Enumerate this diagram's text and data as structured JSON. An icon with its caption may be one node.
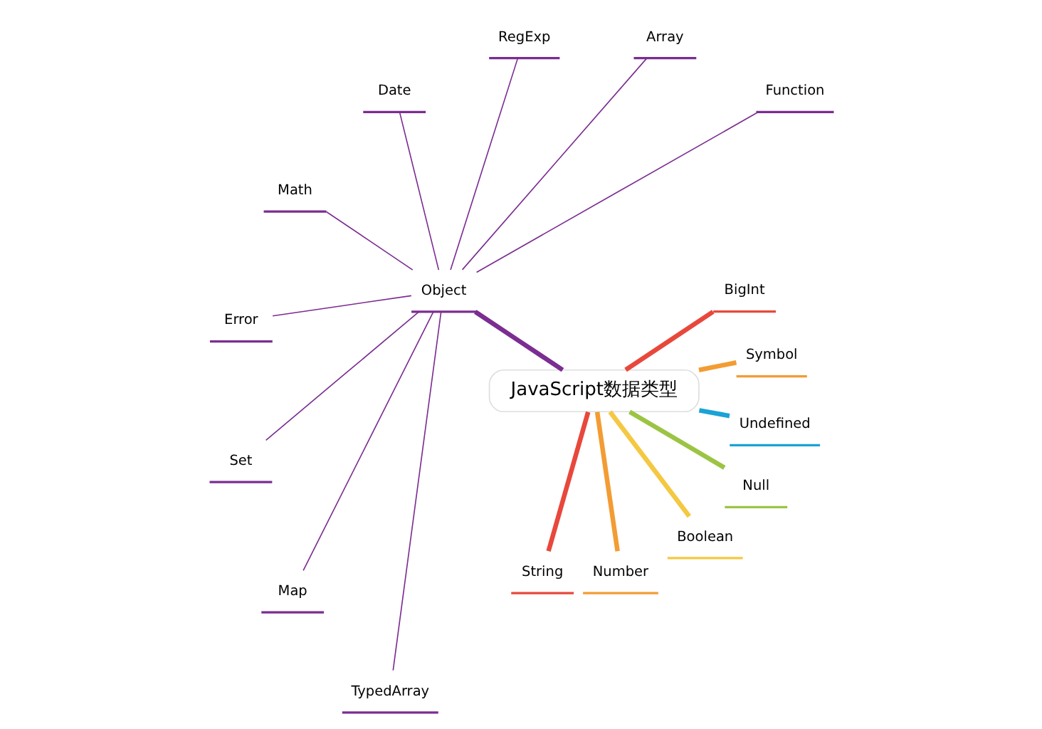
{
  "diagram": {
    "nodes": [
      {
        "text": [
          "JavaScript数据类型"
        ]
      },
      {
        "text": [
          "Symbol"
        ]
      },
      {
        "text": [
          "BigInt"
        ]
      },
      {
        "text": [
          "Object"
        ]
      },
      {
        "text": [
          "Function"
        ]
      },
      {
        "text": [
          "Array"
        ]
      },
      {
        "text": [
          "RegExp"
        ]
      },
      {
        "text": [
          "Date"
        ]
      },
      {
        "text": [
          "Math"
        ]
      },
      {
        "text": [
          "Error"
        ]
      },
      {
        "text": [
          "Set"
        ]
      },
      {
        "text": [
          "Map"
        ]
      },
      {
        "text": [
          "TypedArray"
        ]
      },
      {
        "text": [
          "String"
        ]
      },
      {
        "text": [
          "Number"
        ]
      },
      {
        "text": [
          "Boolean"
        ]
      },
      {
        "text": [
          "Null"
        ]
      },
      {
        "text": [
          "Undefined"
        ]
      }
    ],
    "edges": [
      {
        "from": 0,
        "to": 1,
        "arrow": "none",
        "style": "thick",
        "color": "#f39c33"
      },
      {
        "from": 0,
        "to": 2,
        "arrow": "none",
        "style": "thick",
        "color": "#e8483c"
      },
      {
        "from": 0,
        "to": 3,
        "arrow": "none",
        "style": "thick"
      },
      {
        "from": 3,
        "to": 4,
        "arrow": "none"
      },
      {
        "from": 3,
        "to": 5,
        "arrow": "none"
      },
      {
        "from": 3,
        "to": 6,
        "arrow": "none"
      },
      {
        "from": 3,
        "to": 7,
        "arrow": "none"
      },
      {
        "from": 3,
        "to": 8,
        "arrow": "none"
      },
      {
        "from": 3,
        "to": 9,
        "arrow": "none"
      },
      {
        "from": 3,
        "to": 10,
        "arrow": "none"
      },
      {
        "from": 3,
        "to": 11,
        "arrow": "none"
      },
      {
        "from": 3,
        "to": 12,
        "arrow": "none"
      },
      {
        "from": 0,
        "to": 13,
        "arrow": "none",
        "style": "thick",
        "color": "#e8483c"
      },
      {
        "from": 0,
        "to": 14,
        "arrow": "none",
        "style": "thick",
        "color": "#f39c33"
      },
      {
        "from": 0,
        "to": 15,
        "arrow": "none",
        "style": "thick",
        "color": "#f5c842"
      },
      {
        "from": 0,
        "to": 16,
        "arrow": "none",
        "style": "thick",
        "color": "#9cc444"
      },
      {
        "from": 0,
        "to": 17,
        "arrow": "none",
        "style": "thick",
        "color": "#1aa3d6"
      }
    ]
  }
}
